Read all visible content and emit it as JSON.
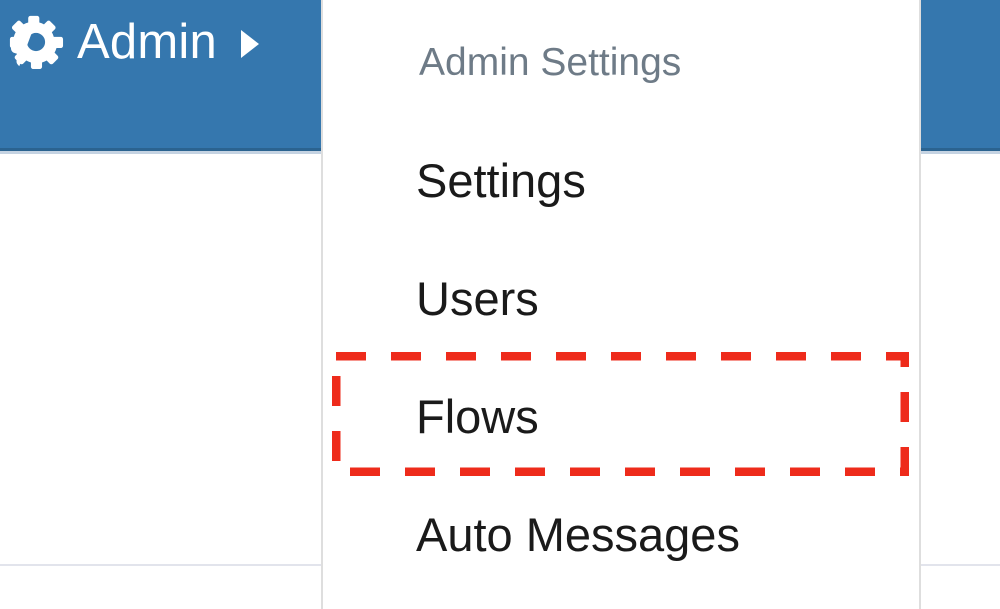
{
  "topbar": {
    "background_color": "#3577ae",
    "nav": {
      "gear_icon": "gear-icon",
      "label": "Admin",
      "caret_icon": "caret-right-icon"
    }
  },
  "dropdown": {
    "heading": "Admin Settings",
    "heading_color": "#6e7b87",
    "items": [
      {
        "label": "Settings",
        "highlighted": false
      },
      {
        "label": "Users",
        "highlighted": false
      },
      {
        "label": "Flows",
        "highlighted": true
      },
      {
        "label": "Auto Messages",
        "highlighted": false
      }
    ]
  },
  "annotation": {
    "target": "Flows",
    "color": "#ee2b1b",
    "style": "dashed-rectangle",
    "stroke_width": 8
  }
}
